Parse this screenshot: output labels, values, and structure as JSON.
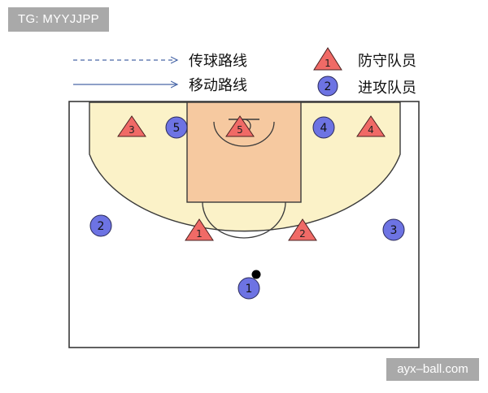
{
  "watermark_top": "TG: MYYJJPP",
  "watermark_bottom": "ayx–ball.com",
  "legend": {
    "pass_route": "传球路线",
    "move_route": "移动路线",
    "defender": "防守队员",
    "attacker": "进攻队员",
    "defender_sample": "1",
    "attacker_sample": "2"
  },
  "players": {
    "defenders": [
      "3",
      "5",
      "4",
      "1",
      "2"
    ],
    "attackers": [
      "5",
      "4",
      "2",
      "3",
      "1"
    ]
  },
  "colors": {
    "court_fill": "#fbf2c8",
    "key_fill": "#f6c9a0",
    "defender_fill": "#f06a66",
    "attacker_fill": "#6d73e3",
    "line": "#3a3a3a",
    "arrow": "#4a68a8"
  }
}
